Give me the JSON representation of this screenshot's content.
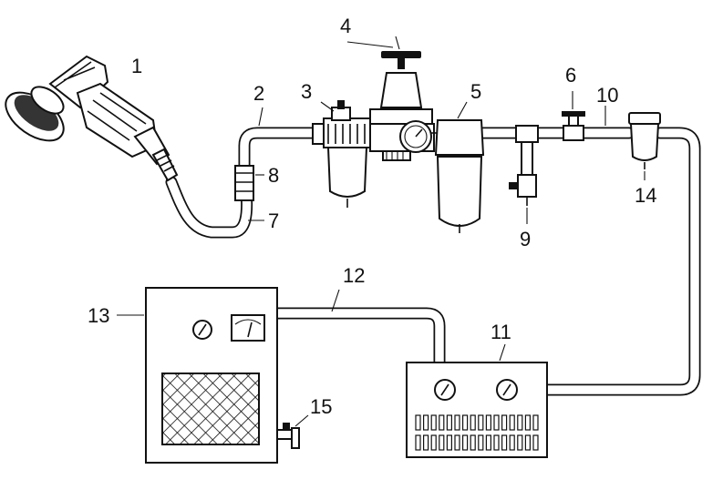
{
  "labels": {
    "l1": "1",
    "l2": "2",
    "l3": "3",
    "l4": "4",
    "l5": "5",
    "l6": "6",
    "l7": "7",
    "l8": "8",
    "l9": "9",
    "l10": "10",
    "l11": "11",
    "l12": "12",
    "l13": "13",
    "l14": "14",
    "l15": "15"
  },
  "colors": {
    "line": "#111111",
    "background": "#ffffff"
  }
}
